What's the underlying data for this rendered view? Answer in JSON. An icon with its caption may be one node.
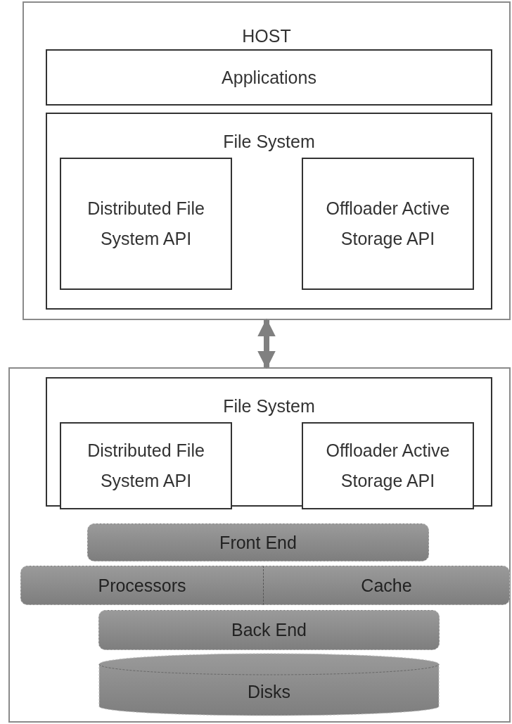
{
  "diagram": {
    "nodes": [
      {
        "text": [
          "HOST"
        ]
      },
      {
        "text": [
          "Applications"
        ],
        "in": 0
      },
      {
        "text": [
          "File System"
        ],
        "in": 0
      },
      {
        "text": [
          "Distributed File System API"
        ],
        "in": 2
      },
      {
        "text": [
          "Offloader Active Storage API"
        ],
        "in": 2
      },
      {
        "text": [],
        "shape": "box"
      },
      {
        "text": [
          "File System"
        ],
        "in": 5
      },
      {
        "text": [
          "Distributed File System API"
        ],
        "in": 6
      },
      {
        "text": [
          "Offloader Active Storage API"
        ],
        "in": 6
      },
      {
        "text": [
          "Front End"
        ],
        "in": 5
      },
      {
        "text": [
          "Processors"
        ],
        "in": 5
      },
      {
        "text": [
          "Cache"
        ],
        "in": 5
      },
      {
        "text": [
          "Back End"
        ],
        "in": 5
      },
      {
        "text": [
          "Disks"
        ],
        "in": 5
      }
    ],
    "edges": [
      {
        "from": 0,
        "to": 5,
        "arrow": "both"
      }
    ]
  }
}
